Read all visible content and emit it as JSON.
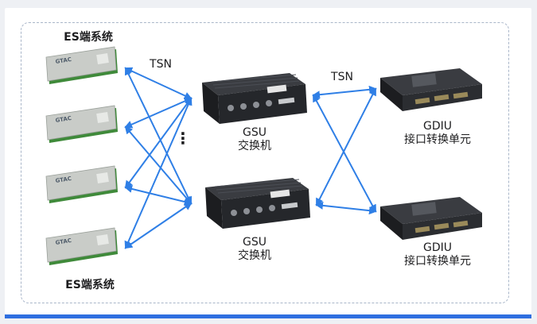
{
  "labels": {
    "es_top": "ES端系统",
    "es_bottom": "ES端系统",
    "tsn_left": "TSN",
    "tsn_right": "TSN",
    "gsu1_line1": "GSU",
    "gsu1_line2": "交换机",
    "gsu2_line1": "GSU",
    "gsu2_line2": "交换机",
    "gdiu1_line1": "GDIU",
    "gdiu1_line2": "接口转换单元",
    "gdiu2_line1": "GDIU",
    "gdiu2_line2": "接口转换单元",
    "ellipsis": "⋮"
  },
  "modules": {
    "brand": "GTAC"
  },
  "colors": {
    "link": "#2f7fe6",
    "accent": "#2f6fe0",
    "pcb": "#3f8a3a",
    "module_body": "#c9ccc8",
    "switch_body": "#25272b",
    "gdiu_body": "#2b2d31"
  }
}
